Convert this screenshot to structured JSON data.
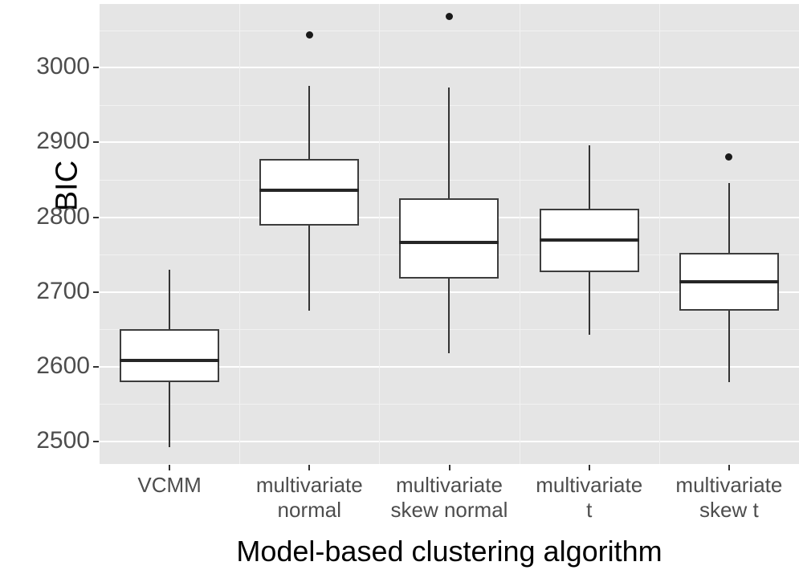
{
  "chart_data": {
    "type": "box",
    "title": "",
    "xlabel": "Model-based clustering algorithm",
    "ylabel": "BIC",
    "ylim": [
      2470,
      3085
    ],
    "yticks": [
      2500,
      2600,
      2700,
      2800,
      2900,
      3000
    ],
    "ytick_labels": [
      "2500",
      "2600",
      "2700",
      "2800",
      "2900",
      "3000"
    ],
    "yminor_ticks": [
      2550,
      2650,
      2750,
      2850,
      2950,
      3050
    ],
    "grid": true,
    "legend": "none",
    "panel_background": "#e5e5e5",
    "grid_color": "#ffffff",
    "box_fill": "#ffffff",
    "box_line": "#3d3d3d",
    "categories": [
      "VCMM",
      "multivariate normal",
      "multivariate skew normal",
      "multivariate t",
      "multivariate skew t"
    ],
    "category_label_lines": [
      [
        "VCMM"
      ],
      [
        "multivariate",
        "normal"
      ],
      [
        "multivariate",
        "skew normal"
      ],
      [
        "multivariate",
        "t"
      ],
      [
        "multivariate",
        "skew t"
      ]
    ],
    "boxes": [
      {
        "category": "VCMM",
        "whisker_low": 2492,
        "q1": 2579,
        "median": 2608,
        "q3": 2650,
        "whisker_high": 2730,
        "outliers": []
      },
      {
        "category": "multivariate normal",
        "whisker_low": 2675,
        "q1": 2789,
        "median": 2836,
        "q3": 2878,
        "whisker_high": 2975,
        "outliers": [
          3044
        ]
      },
      {
        "category": "multivariate skew normal",
        "whisker_low": 2618,
        "q1": 2718,
        "median": 2766,
        "q3": 2825,
        "whisker_high": 2973,
        "outliers": [
          3068
        ]
      },
      {
        "category": "multivariate t",
        "whisker_low": 2643,
        "q1": 2727,
        "median": 2769,
        "q3": 2811,
        "whisker_high": 2896,
        "outliers": []
      },
      {
        "category": "multivariate skew t",
        "whisker_low": 2580,
        "q1": 2675,
        "median": 2714,
        "q3": 2752,
        "whisker_high": 2846,
        "outliers": [
          2881
        ]
      }
    ]
  }
}
